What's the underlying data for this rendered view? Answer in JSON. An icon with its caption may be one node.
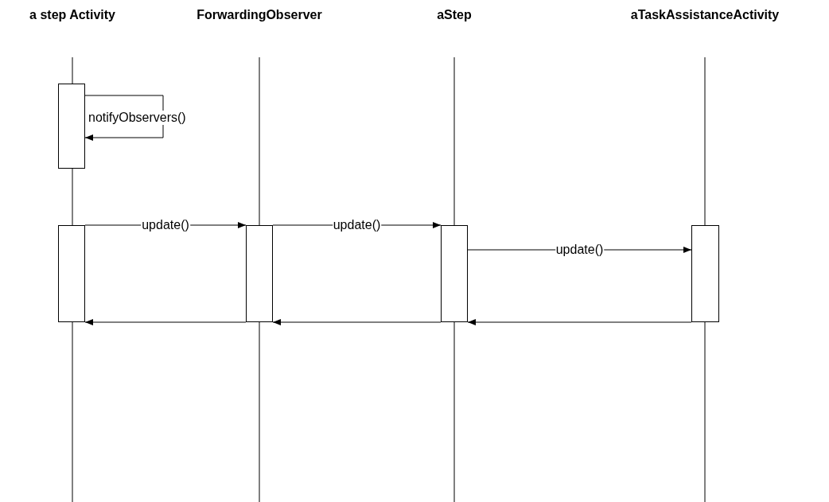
{
  "diagram": {
    "nodes": [
      {
        "text": [
          "a step Activity"
        ]
      },
      {
        "text": [
          "ForwardingObserver"
        ]
      },
      {
        "text": [
          "aStep"
        ]
      },
      {
        "text": [
          "aTaskAssistanceActivity"
        ]
      },
      {
        "text": [],
        "shape": "box"
      },
      {
        "text": [],
        "shape": "box"
      },
      {
        "text": [],
        "shape": "box"
      },
      {
        "text": [],
        "shape": "box"
      },
      {
        "text": [],
        "shape": "box"
      }
    ],
    "edges": [
      {
        "from": 4,
        "to": 4,
        "arrow": "to",
        "label": "notifyObservers()"
      },
      {
        "from": 5,
        "to": 6,
        "arrow": "to",
        "label": "update()"
      },
      {
        "from": 6,
        "to": 7,
        "arrow": "to",
        "label": "update()"
      },
      {
        "from": 7,
        "to": 8,
        "arrow": "to",
        "label": "update()"
      },
      {
        "from": 8,
        "to": 7,
        "arrow": "to"
      },
      {
        "from": 7,
        "to": 6,
        "arrow": "to"
      },
      {
        "from": 6,
        "to": 5,
        "arrow": "to"
      }
    ]
  }
}
